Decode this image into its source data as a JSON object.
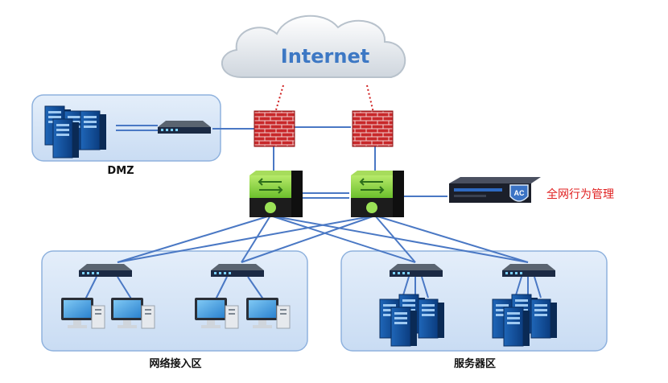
{
  "cloud": {
    "label": "Internet"
  },
  "zones": {
    "dmz": {
      "label": "DMZ"
    },
    "access": {
      "label": "网络接入区"
    },
    "servers": {
      "label": "服务器区"
    }
  },
  "ac_device": {
    "badge": "AC",
    "label": "全网行为管理"
  },
  "colors": {
    "link": "#4a78c4",
    "internet_link": "#d02020",
    "zone_fill": "#d6e6f8",
    "zone_stroke": "#8fb2de",
    "firewall_brick": "#c8282a",
    "switch_green": "#8fd24a",
    "ac_label": "#e02020"
  }
}
